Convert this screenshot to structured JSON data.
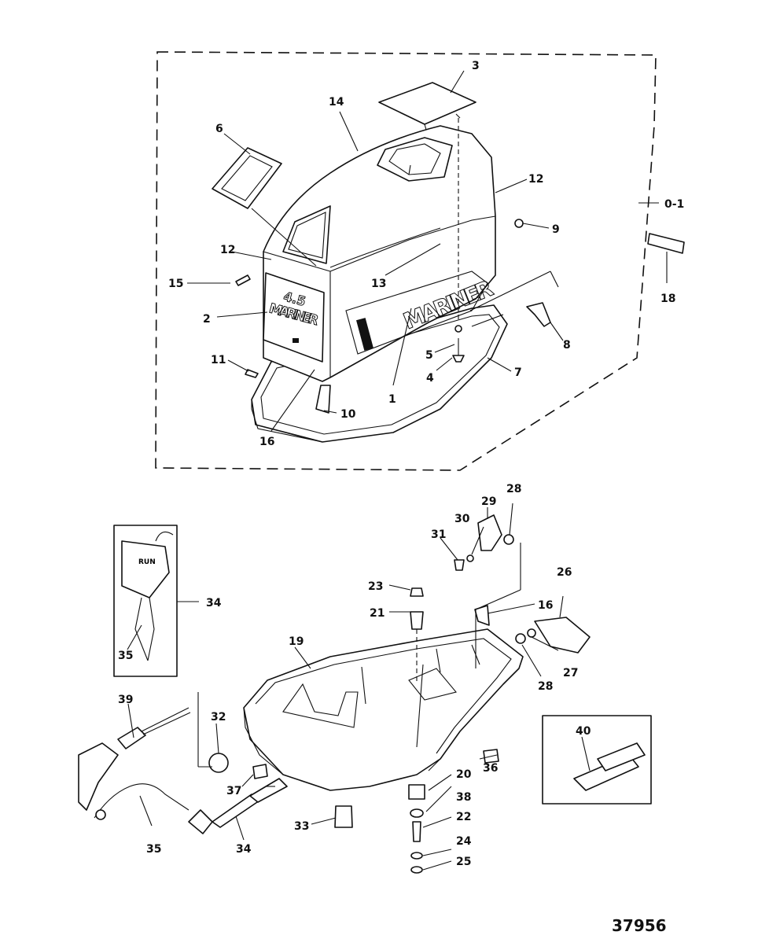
{
  "figure_number": "37956",
  "assembly_callout": "0-1",
  "brand_text": "MARINER",
  "hp_text": "4.5",
  "switch_text": "RUN",
  "callouts": {
    "c1": "1",
    "c2": "2",
    "c3": "3",
    "c4": "4",
    "c5": "5",
    "c6": "6",
    "c7": "7",
    "c8": "8",
    "c9": "9",
    "c10": "10",
    "c11": "11",
    "c12a": "12",
    "c12b": "12",
    "c13": "13",
    "c14": "14",
    "c15": "15",
    "c16a": "16",
    "c16b": "16",
    "c18": "18",
    "c19": "19",
    "c20": "20",
    "c21": "21",
    "c22": "22",
    "c23": "23",
    "c24": "24",
    "c25": "25",
    "c26": "26",
    "c27": "27",
    "c28a": "28",
    "c28b": "28",
    "c29": "29",
    "c30": "30",
    "c31": "31",
    "c32": "32",
    "c33": "33",
    "c34a": "34",
    "c34b": "34",
    "c35a": "35",
    "c35b": "35",
    "c36": "36",
    "c37": "37",
    "c38": "38",
    "c39": "39",
    "c40": "40"
  }
}
